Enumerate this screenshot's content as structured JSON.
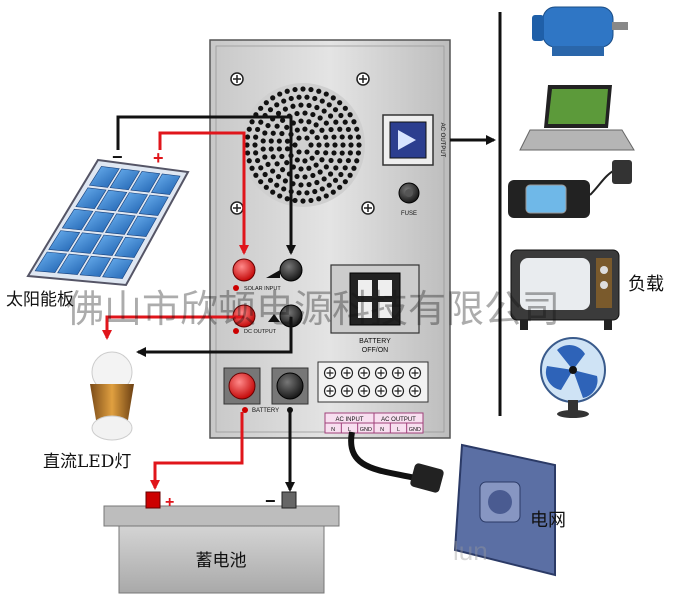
{
  "labels": {
    "solar_panel": "太阳能板",
    "led_light": "直流LED灯",
    "battery_box": "蓄电池",
    "grid": "电网",
    "load": "负载",
    "watermark": "佛山市欣顿电源科技有限公司",
    "watermark_tail": "lun"
  },
  "panel": {
    "solar_input": "SOLAR INPUT",
    "dc_output": "DC OUTPUT",
    "battery_terminal": "BATTERY",
    "battery_switch_line1": "BATTERY",
    "battery_switch_line2": "OFF/ON",
    "fuse": "FUSE",
    "ac_output_side": "AC OUTPUT",
    "ac_input_header": "AC INPUT",
    "ac_output_header": "AC OUTPUT",
    "terminal_cells": [
      "N",
      "L",
      "GND",
      "N",
      "L",
      "GND"
    ]
  },
  "polarity": {
    "plus": "+",
    "minus": "−"
  },
  "colors": {
    "positive_wire": "#e0151b",
    "negative_wire": "#111111",
    "panel_face": "#d9d9d9",
    "solar_cell": "#2f7fd6",
    "battery_body": "#c9c9c9"
  }
}
